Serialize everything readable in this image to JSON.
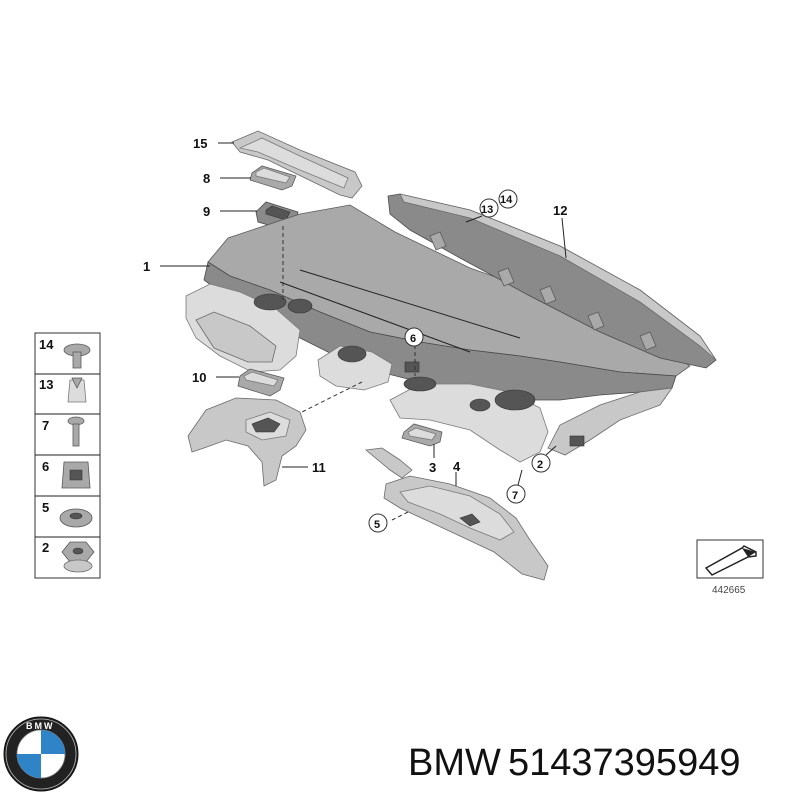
{
  "labels": {
    "l15": "15",
    "l8": "8",
    "l9": "9",
    "l1": "1",
    "l10": "10",
    "l11": "11",
    "l12": "12",
    "l13": "13",
    "l14": "14",
    "l6": "6",
    "l3": "3",
    "l4": "4",
    "l2": "2",
    "l7": "7",
    "l5": "5"
  },
  "legend": {
    "rows": [
      {
        "label": "14",
        "icon": "bolt-with-clip-icon"
      },
      {
        "label": "13",
        "icon": "expansion-clip-icon"
      },
      {
        "label": "7",
        "icon": "screw-icon"
      },
      {
        "label": "6",
        "icon": "spring-clip-icon"
      },
      {
        "label": "5",
        "icon": "washer-nut-icon"
      },
      {
        "label": "2",
        "icon": "hex-nut-icon"
      }
    ]
  },
  "reference": {
    "number": "442665",
    "icon": "direction-arrow-icon"
  },
  "footer": {
    "brand": "BMW",
    "part_number": "51437395949",
    "logo": "bmw-roundel-logo",
    "logo_letters": "BMW"
  }
}
